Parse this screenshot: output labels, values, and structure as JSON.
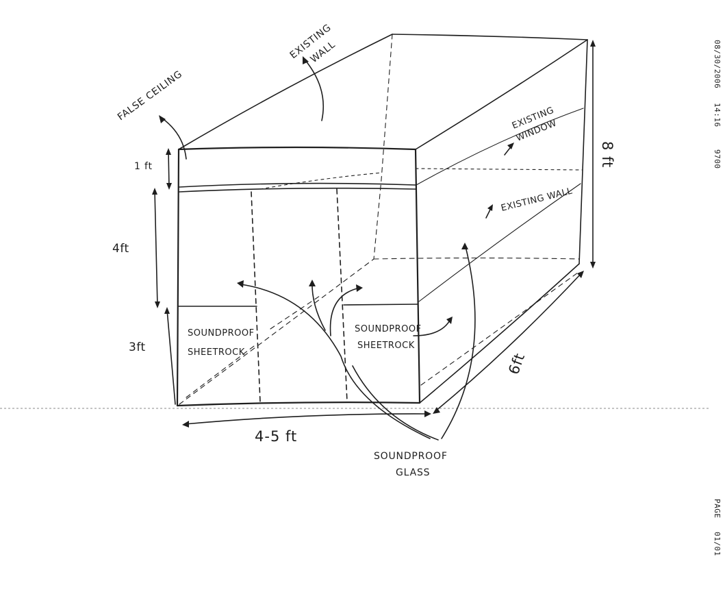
{
  "labels": {
    "existing_wall_top_line1": "EXISTING",
    "existing_wall_top_line2": "WALL",
    "false_ceiling": "FALSE CEILING",
    "existing_window_line1": "EXISTING",
    "existing_window_line2": "WINDOW",
    "existing_wall_side": "EXISTING WALL",
    "soundproof_sheetrock_left_line1": "SOUNDPROOF",
    "soundproof_sheetrock_left_line2": "SHEETROCK",
    "soundproof_sheetrock_right_line1": "SOUNDPROOF",
    "soundproof_sheetrock_right_line2": "SHEETROCK",
    "soundproof_glass_line1": "SOUNDPROOF",
    "soundproof_glass_line2": "GLASS"
  },
  "dimensions": {
    "ceiling_band": "1 ft",
    "glass_height": "4ft",
    "sheetrock_height": "3ft",
    "width": "4-5 ft",
    "depth": "6ft",
    "total_height": "8 ft"
  },
  "fax_header": {
    "date": "08/30/2006",
    "time": "14:16",
    "number": "9700",
    "page_label": "PAGE",
    "page_number": "01/01"
  },
  "colors": {
    "ink": "#1e1e1e",
    "paper": "#ffffff"
  }
}
